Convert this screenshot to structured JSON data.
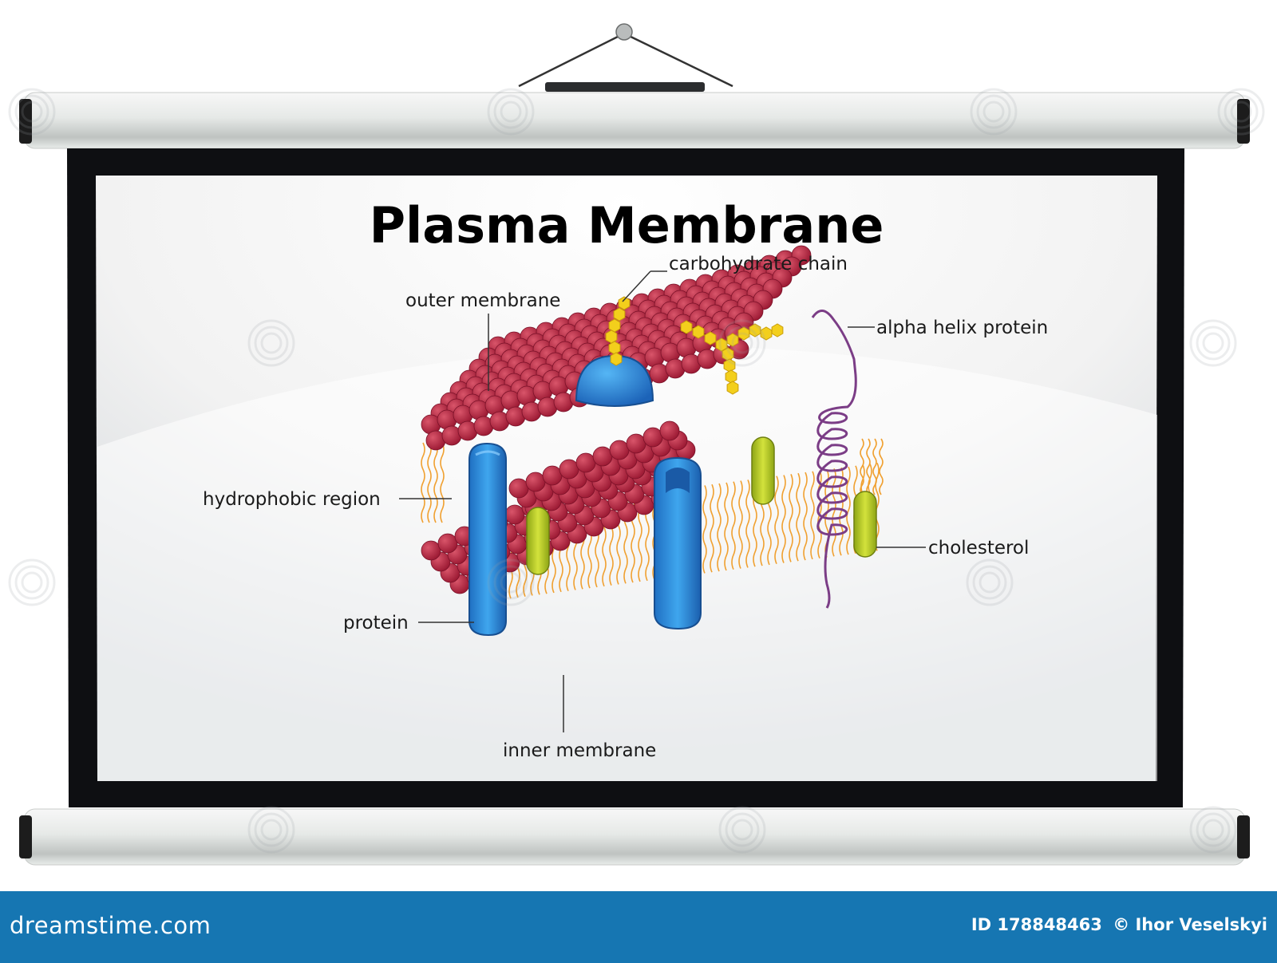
{
  "poster": {
    "title": "Plasma Membrane"
  },
  "labels": {
    "carbohydrate_chain": "carbohydrate chain",
    "outer_membrane": "outer membrane",
    "alpha_helix_protein": "alpha helix protein",
    "hydrophobic_region": "hydrophobic region",
    "cholesterol": "cholesterol",
    "protein": "protein",
    "inner_membrane": "inner membrane"
  },
  "footer": {
    "brand": "dreamstime.com",
    "image_id": "ID 178848463",
    "author": "© Ihor Veselskyi"
  },
  "watermark": "dreamstime",
  "colors": {
    "phospholipid_head": "#b5233f",
    "protein": "#2a8ad6",
    "cholesterol": "#b9cc27",
    "carbohydrate": "#f3cf1c",
    "alpha_helix": "#7b3d86",
    "lipid_tail": "#f0a030",
    "footer_bar": "#1676b2"
  }
}
